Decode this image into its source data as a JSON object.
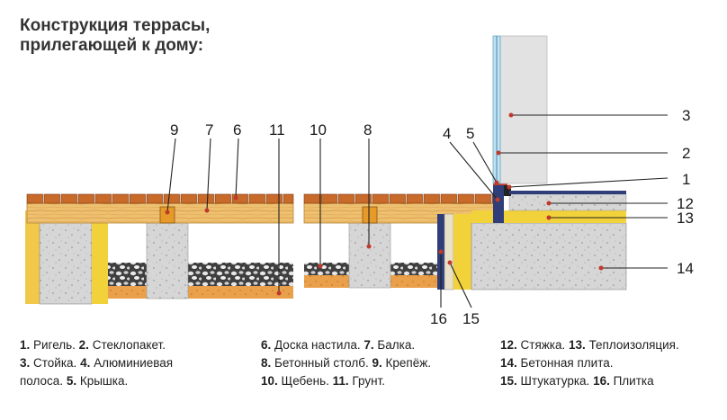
{
  "title": {
    "line1": "Конструкция террасы,",
    "line2": "прилегающей к дому:"
  },
  "callouts": {
    "n1": "1",
    "n2": "2",
    "n3": "3",
    "n4": "4",
    "n5": "5",
    "n6": "6",
    "n7": "7",
    "n8": "8",
    "n9": "9",
    "n10": "10",
    "n11": "11",
    "n12": "12",
    "n13": "13",
    "n14": "14",
    "n15": "15",
    "n16": "16"
  },
  "legend": {
    "col1": {
      "l1_n1": "1.",
      "l1_t1": " Ригель. ",
      "l1_n2": "2.",
      "l1_t2": " Стеклопакет.",
      "l2_n1": "3.",
      "l2_t1": " Стойка. ",
      "l2_n2": "4.",
      "l2_t2": " Алюминиевая",
      "l3_t1": "полоса. ",
      "l3_n1": "5.",
      "l3_t2": " Крышка."
    },
    "col2": {
      "l1_n1": "6.",
      "l1_t1": " Доска настила. ",
      "l1_n2": "7.",
      "l1_t2": " Балка.",
      "l2_n1": "8.",
      "l2_t1": " Бетонный столб. ",
      "l2_n2": "9.",
      "l2_t2": " Крепёж.",
      "l3_n1": "10.",
      "l3_t1": " Щебень. ",
      "l3_n2": "11.",
      "l3_t2": " Грунт."
    },
    "col3": {
      "l1_n1": "12.",
      "l1_t1": " Стяжка. ",
      "l1_n2": "13.",
      "l1_t2": " Теплоизоляция.",
      "l2_n1": "14.",
      "l2_t1": " Бетонная плита.",
      "l3_n1": "15.",
      "l3_t1": " Штукатурка. ",
      "l3_n2": "16.",
      "l3_t2": " Плитка"
    }
  },
  "colors": {
    "deck_board": "#c86a2a",
    "beam": "#e8b860",
    "concrete": "#d9d9d9",
    "insulation": "#f2d23a",
    "gravel": "#5a5a5a",
    "soil": "#e8953a",
    "glass": "#bfe3f0",
    "leader": "#222222"
  }
}
